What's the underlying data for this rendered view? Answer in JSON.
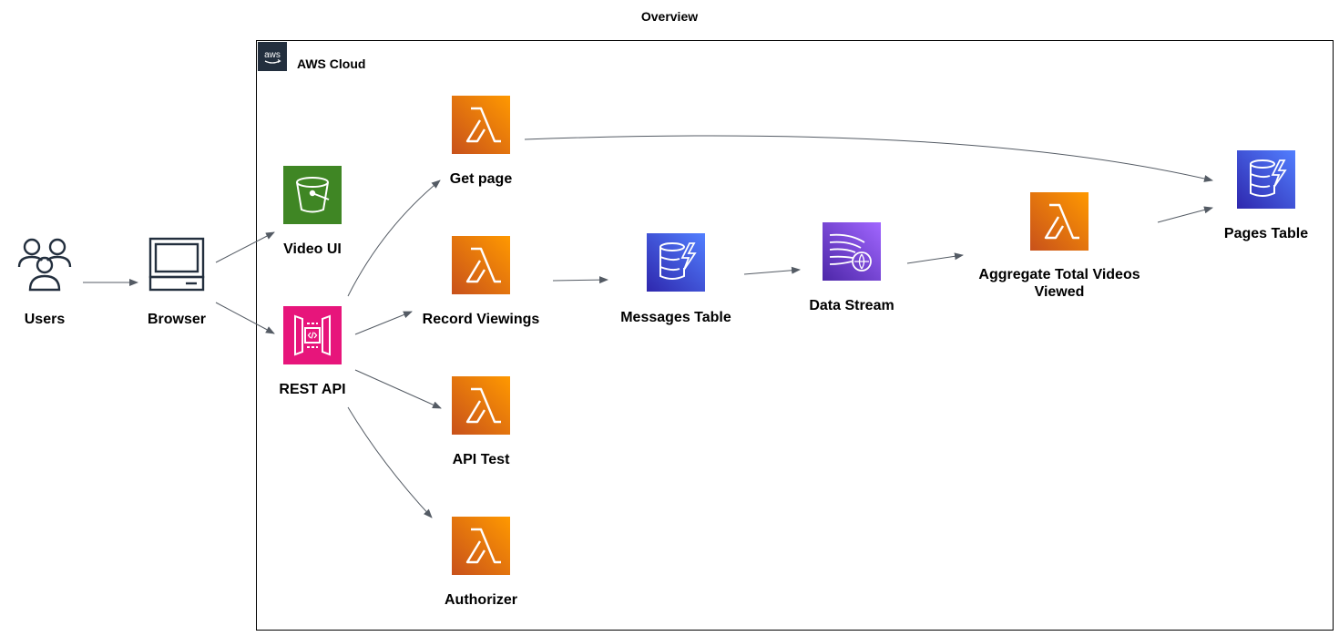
{
  "diagram": {
    "title": "Overview",
    "cloud_label": "AWS Cloud",
    "cloud_badge_icon": "aws-logo-icon",
    "nodes": {
      "users": {
        "label": "Users",
        "icon": "users-icon"
      },
      "browser": {
        "label": "Browser",
        "icon": "desktop-client-icon"
      },
      "video_ui": {
        "label": "Video UI",
        "icon": "s3-bucket-icon",
        "color": "#3f8624"
      },
      "rest_api": {
        "label": "REST API",
        "icon": "api-gateway-icon",
        "color": "#e7157b"
      },
      "get_page": {
        "label": "Get page",
        "icon": "lambda-icon",
        "color": "#ed7100"
      },
      "record_viewings": {
        "label": "Record Viewings",
        "icon": "lambda-icon",
        "color": "#ed7100"
      },
      "api_test": {
        "label": "API Test",
        "icon": "lambda-icon",
        "color": "#ed7100"
      },
      "authorizer": {
        "label": "Authorizer",
        "icon": "lambda-icon",
        "color": "#ed7100"
      },
      "messages_table": {
        "label": "Messages Table",
        "icon": "dynamodb-icon",
        "color": "#3b48cc"
      },
      "data_stream": {
        "label": "Data Stream",
        "icon": "kinesis-data-streams-icon",
        "color": "#8c4fff"
      },
      "aggregate": {
        "label_line1": "Aggregate Total Videos",
        "label_line2": "Viewed",
        "icon": "lambda-icon",
        "color": "#ed7100"
      },
      "pages_table": {
        "label": "Pages Table",
        "icon": "dynamodb-icon",
        "color": "#3b48cc"
      }
    },
    "edges": [
      {
        "from": "Users",
        "to": "Browser"
      },
      {
        "from": "Browser",
        "to": "Video UI"
      },
      {
        "from": "Browser",
        "to": "REST API"
      },
      {
        "from": "REST API",
        "to": "Get page"
      },
      {
        "from": "REST API",
        "to": "Record Viewings"
      },
      {
        "from": "REST API",
        "to": "API Test"
      },
      {
        "from": "REST API",
        "to": "Authorizer"
      },
      {
        "from": "Get page",
        "to": "Pages Table"
      },
      {
        "from": "Record Viewings",
        "to": "Messages Table"
      },
      {
        "from": "Messages Table",
        "to": "Data Stream"
      },
      {
        "from": "Data Stream",
        "to": "Aggregate Total Videos Viewed"
      },
      {
        "from": "Aggregate Total Videos Viewed",
        "to": "Pages Table"
      }
    ]
  }
}
